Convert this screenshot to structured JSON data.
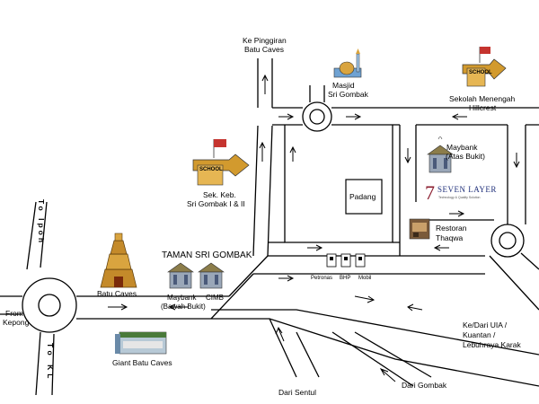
{
  "map": {
    "roads": {
      "ke_pinggiran_batu_caves": [
        "Ke Pinggiran",
        "Batu Caves"
      ],
      "to_ipoh": "To Ipoh",
      "to_kl": "To KL",
      "from_kepong": [
        "From",
        "Kepong"
      ],
      "ke_dari_uia": [
        "Ke/Dari UIA /",
        "Kuantan /",
        "Lebuhraya Karak"
      ],
      "dari_sentul": "Dari Sentul",
      "dari_gombak": "Dari Gombak"
    },
    "landmarks": {
      "masjid": [
        "Masjid",
        "Sri Gombak"
      ],
      "sekolah_hillcrest": [
        "Sekolah Menengah",
        "Hillcrest"
      ],
      "sek_keb": [
        "Sek. Keb.",
        "Sri Gombak I & II"
      ],
      "maybank_atas": [
        "Maybank",
        "(Atas Bukit)"
      ],
      "padang": "Padang",
      "seven_layer": {
        "number": "7",
        "name": "SEVEN LAYER",
        "tagline": "Technology & Quality Solution"
      },
      "restoran": [
        "Restoran",
        "Thaqwa"
      ],
      "petrol_stations": [
        "Petronas",
        "BHP",
        "Mobil"
      ],
      "taman": "TAMAN SRI GOMBAK",
      "batu_caves": "Batu Caves",
      "maybank_bawah": [
        "Maybank",
        "(Bawah Bukit)"
      ],
      "cimb": "CIMB",
      "giant": "Giant Batu Caves",
      "school_sign": "SCHOOL"
    }
  }
}
